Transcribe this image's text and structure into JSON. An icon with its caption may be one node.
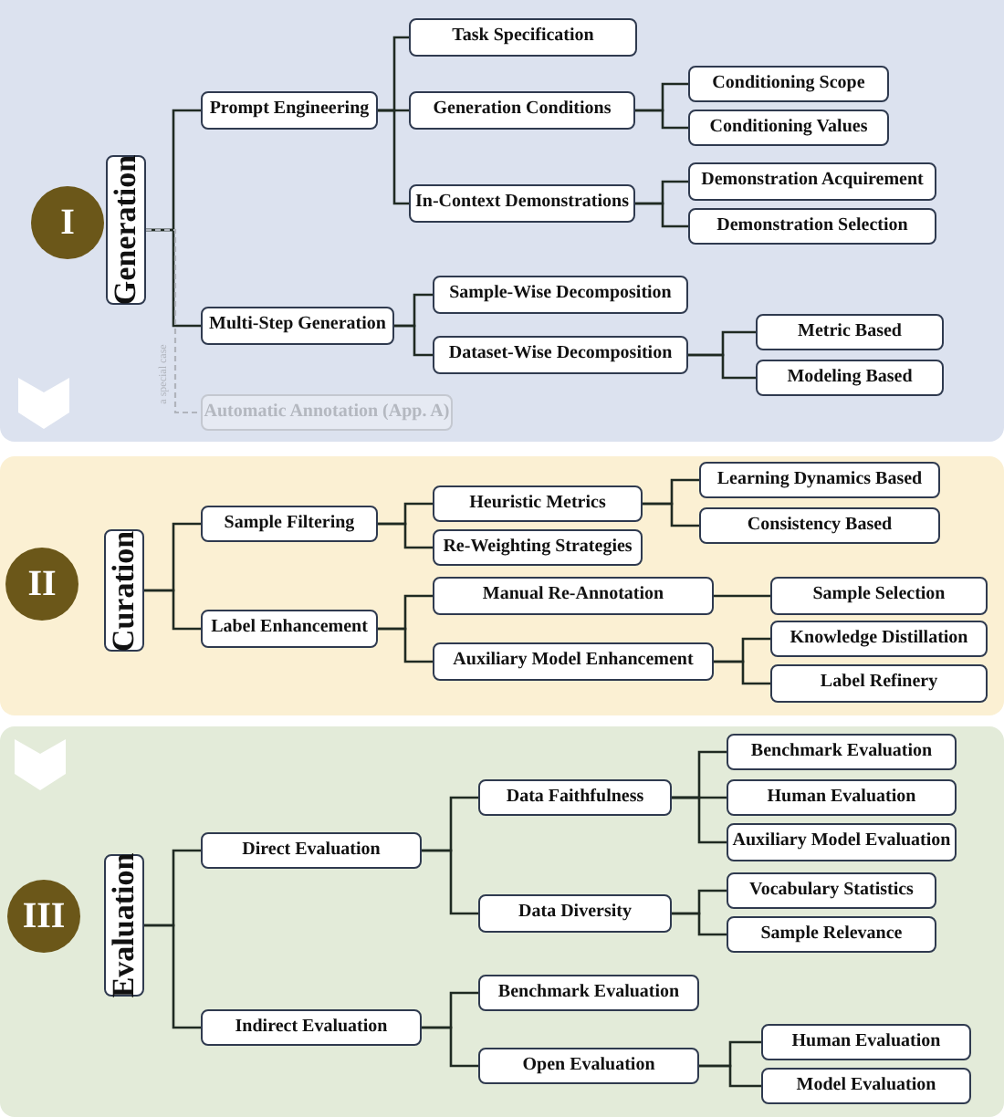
{
  "diagram": {
    "nodes": [
      {
        "text": [],
        "shape": "box"
      },
      {
        "text": [
          "I"
        ],
        "in": 0
      },
      {
        "text": [
          "Generation"
        ],
        "in": 0
      },
      {
        "text": [
          "Prompt Engineering"
        ],
        "in": 0
      },
      {
        "text": [
          "Task Specification"
        ],
        "in": 0
      },
      {
        "text": [
          "Generation Conditions"
        ],
        "in": 0
      },
      {
        "text": [
          "Conditioning Scope"
        ],
        "in": 0
      },
      {
        "text": [
          "Conditioning Values"
        ],
        "in": 0
      },
      {
        "text": [
          "In-Context Demonstrations"
        ],
        "in": 0
      },
      {
        "text": [
          "Demonstration Acquirement"
        ],
        "in": 0
      },
      {
        "text": [
          "Demonstration Selection"
        ],
        "in": 0
      },
      {
        "text": [
          "Multi-Step Generation"
        ],
        "in": 0
      },
      {
        "text": [
          "Sample-Wise Decomposition"
        ],
        "in": 0
      },
      {
        "text": [
          "Dataset-Wise Decomposition"
        ],
        "in": 0
      },
      {
        "text": [
          "Metric Based"
        ],
        "in": 0
      },
      {
        "text": [
          "Modeling Based"
        ],
        "in": 0
      },
      {
        "text": [
          "Automatic Annotation (App. A)"
        ],
        "in": 0
      },
      {
        "text": [],
        "shape": "box"
      },
      {
        "text": [
          "II"
        ],
        "in": 17
      },
      {
        "text": [
          "Curation"
        ],
        "in": 17
      },
      {
        "text": [
          "Sample Filtering"
        ],
        "in": 17
      },
      {
        "text": [
          "Heuristic Metrics"
        ],
        "in": 17
      },
      {
        "text": [
          "Learning Dynamics Based"
        ],
        "in": 17
      },
      {
        "text": [
          "Consistency Based"
        ],
        "in": 17
      },
      {
        "text": [
          "Re-Weighting Strategies"
        ],
        "in": 17
      },
      {
        "text": [
          "Label Enhancement"
        ],
        "in": 17
      },
      {
        "text": [
          "Manual Re-Annotation"
        ],
        "in": 17
      },
      {
        "text": [
          "Sample Selection"
        ],
        "in": 17
      },
      {
        "text": [
          "Auxiliary Model Enhancement"
        ],
        "in": 17
      },
      {
        "text": [
          "Knowledge Distillation"
        ],
        "in": 17
      },
      {
        "text": [
          "Label Refinery"
        ],
        "in": 17
      },
      {
        "text": [],
        "shape": "box"
      },
      {
        "text": [
          "III"
        ],
        "in": 31
      },
      {
        "text": [
          "Evaluation"
        ],
        "in": 31
      },
      {
        "text": [
          "Direct Evaluation"
        ],
        "in": 31
      },
      {
        "text": [
          "Data Faithfulness"
        ],
        "in": 31
      },
      {
        "text": [
          "Benchmark Evaluation"
        ],
        "in": 31
      },
      {
        "text": [
          "Human Evaluation"
        ],
        "in": 31
      },
      {
        "text": [
          "Auxiliary Model Evaluation"
        ],
        "in": 31
      },
      {
        "text": [
          "Data Diversity"
        ],
        "in": 31
      },
      {
        "text": [
          "Vocabulary Statistics"
        ],
        "in": 31
      },
      {
        "text": [
          "Sample Relevance"
        ],
        "in": 31
      },
      {
        "text": [
          "Indirect Evaluation"
        ],
        "in": 31
      },
      {
        "text": [
          "Benchmark Evaluation"
        ],
        "in": 31
      },
      {
        "text": [
          "Open Evaluation"
        ],
        "in": 31
      },
      {
        "text": [
          "Human Evaluation"
        ],
        "in": 31
      },
      {
        "text": [
          "Model Evaluation"
        ],
        "in": 31
      }
    ],
    "edges": [
      {
        "from": 2,
        "to": 3,
        "arrow": "none"
      },
      {
        "from": 2,
        "to": 11,
        "arrow": "none"
      },
      {
        "from": 3,
        "to": 4,
        "arrow": "none"
      },
      {
        "from": 3,
        "to": 5,
        "arrow": "none"
      },
      {
        "from": 3,
        "to": 8,
        "arrow": "none"
      },
      {
        "from": 5,
        "to": 6,
        "arrow": "none"
      },
      {
        "from": 5,
        "to": 7,
        "arrow": "none"
      },
      {
        "from": 8,
        "to": 9,
        "arrow": "none"
      },
      {
        "from": 8,
        "to": 10,
        "arrow": "none"
      },
      {
        "from": 11,
        "to": 12,
        "arrow": "none"
      },
      {
        "from": 11,
        "to": 13,
        "arrow": "none"
      },
      {
        "from": 13,
        "to": 14,
        "arrow": "none"
      },
      {
        "from": 13,
        "to": 15,
        "arrow": "none"
      },
      {
        "from": 2,
        "to": 16,
        "arrow": "none",
        "label": "a special case",
        "style": "dashed",
        "color": "#b0b4bc"
      },
      {
        "from": 19,
        "to": 20,
        "arrow": "none"
      },
      {
        "from": 19,
        "to": 25,
        "arrow": "none"
      },
      {
        "from": 20,
        "to": 21,
        "arrow": "none"
      },
      {
        "from": 20,
        "to": 24,
        "arrow": "none"
      },
      {
        "from": 21,
        "to": 22,
        "arrow": "none"
      },
      {
        "from": 21,
        "to": 23,
        "arrow": "none"
      },
      {
        "from": 25,
        "to": 26,
        "arrow": "none"
      },
      {
        "from": 25,
        "to": 28,
        "arrow": "none"
      },
      {
        "from": 26,
        "to": 27,
        "arrow": "none"
      },
      {
        "from": 28,
        "to": 29,
        "arrow": "none"
      },
      {
        "from": 28,
        "to": 30,
        "arrow": "none"
      },
      {
        "from": 33,
        "to": 34,
        "arrow": "none"
      },
      {
        "from": 33,
        "to": 42,
        "arrow": "none"
      },
      {
        "from": 34,
        "to": 35,
        "arrow": "none"
      },
      {
        "from": 34,
        "to": 39,
        "arrow": "none"
      },
      {
        "from": 35,
        "to": 36,
        "arrow": "none"
      },
      {
        "from": 35,
        "to": 37,
        "arrow": "none"
      },
      {
        "from": 35,
        "to": 38,
        "arrow": "none"
      },
      {
        "from": 39,
        "to": 40,
        "arrow": "none"
      },
      {
        "from": 39,
        "to": 41,
        "arrow": "none"
      },
      {
        "from": 42,
        "to": 43,
        "arrow": "none"
      },
      {
        "from": 42,
        "to": 44,
        "arrow": "none"
      },
      {
        "from": 44,
        "to": 45,
        "arrow": "none"
      },
      {
        "from": 44,
        "to": 46,
        "arrow": "none"
      }
    ]
  }
}
